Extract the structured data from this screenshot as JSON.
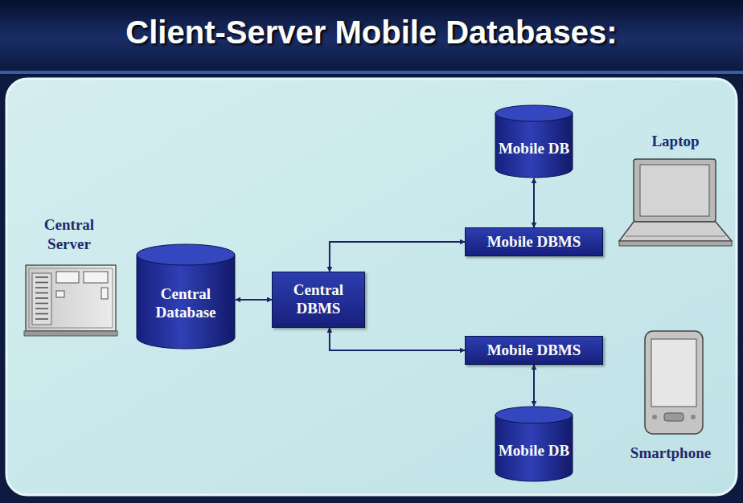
{
  "diagram": {
    "title": "Client-Server Mobile Databases:",
    "nodes": [
      {
        "text": [
          "Mobile DB"
        ]
      },
      {
        "text": [
          "Mobile DBMS"
        ]
      },
      {
        "text": [
          "Central Database"
        ]
      },
      {
        "text": [
          "Central DBMS"
        ]
      },
      {
        "text": [
          "Mobile DBMS"
        ]
      },
      {
        "text": [
          "Mobile DB"
        ]
      }
    ],
    "edges": [
      {
        "from": 2,
        "to": 3,
        "arrow": "both"
      },
      {
        "from": 3,
        "to": 1,
        "arrow": "both"
      },
      {
        "from": 3,
        "to": 4,
        "arrow": "both"
      },
      {
        "from": 0,
        "to": 1,
        "arrow": "both"
      },
      {
        "from": 4,
        "to": 5,
        "arrow": "both"
      }
    ],
    "labels": [
      "Central Server",
      "Laptop",
      "Smartphone"
    ]
  }
}
